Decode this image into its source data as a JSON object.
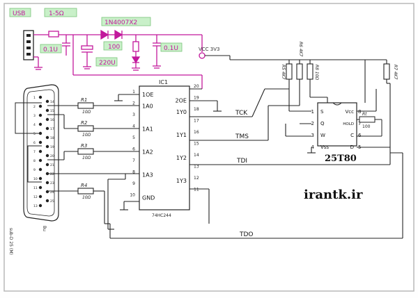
{
  "power": {
    "usb_label": "USB",
    "fuse_label": "1-5Ω",
    "diode_label": "1N4007X2",
    "cap1_label": "0.1U",
    "cap2_label": "220U",
    "res_label": "100",
    "cap3_label": "0.1U",
    "vcc_label": "VCC 3V3"
  },
  "ic1": {
    "title": "IC1",
    "part": "74HC244",
    "left_pins": [
      {
        "num": "1",
        "name": "1OE"
      },
      {
        "num": "2",
        "name": "1A0"
      },
      {
        "num": "3",
        "name": ""
      },
      {
        "num": "4",
        "name": "1A1"
      },
      {
        "num": "5",
        "name": ""
      },
      {
        "num": "6",
        "name": "1A2"
      },
      {
        "num": "7",
        "name": ""
      },
      {
        "num": "8",
        "name": "1A3"
      },
      {
        "num": "9",
        "name": ""
      },
      {
        "num": "10",
        "name": "GND"
      }
    ],
    "right_pins": [
      {
        "num": "20",
        "name": ""
      },
      {
        "num": "19",
        "name": "2OE"
      },
      {
        "num": "18",
        "name": "1Y0"
      },
      {
        "num": "17",
        "name": ""
      },
      {
        "num": "16",
        "name": "1Y1"
      },
      {
        "num": "15",
        "name": ""
      },
      {
        "num": "14",
        "name": "1Y2"
      },
      {
        "num": "13",
        "name": ""
      },
      {
        "num": "12",
        "name": "1Y3"
      },
      {
        "num": "11",
        "name": ""
      }
    ]
  },
  "resistors": {
    "r1": "R1",
    "r1_val": "10Ω",
    "r2": "R2",
    "r2_val": "10Ω",
    "r3": "R3",
    "r3_val": "10Ω",
    "r4": "R4",
    "r4_val": "10Ω",
    "r5": "R5 4K7",
    "r6": "R6 4K7",
    "r7": "R7 4K7",
    "r8": "R8 10Ω",
    "rt": "Rt",
    "rt_val": "100"
  },
  "signals": {
    "tck": "TCK",
    "tms": "TMS",
    "tdi": "TDI",
    "tdo": "TDO"
  },
  "flash": {
    "part": "25T80",
    "pins": [
      {
        "num": "1",
        "name": "S"
      },
      {
        "num": "2",
        "name": "Q"
      },
      {
        "num": "3",
        "name": "W"
      },
      {
        "num": "4",
        "name": "Vss"
      },
      {
        "num": "8",
        "name": "Vcc"
      },
      {
        "num": "7",
        "name": "HOLD"
      },
      {
        "num": "6",
        "name": "C"
      },
      {
        "num": "5",
        "name": "D"
      }
    ]
  },
  "connector": {
    "label": "sub-D 25 (M)",
    "aux": "Bu",
    "pin_numbers": [
      "1",
      "2",
      "3",
      "4",
      "5",
      "6",
      "7",
      "8",
      "9",
      "10",
      "11",
      "12",
      "13",
      "14",
      "15",
      "16",
      "17",
      "18",
      "19",
      "20",
      "21",
      "22",
      "23",
      "24",
      "25"
    ]
  },
  "watermark": "irantk.ir"
}
